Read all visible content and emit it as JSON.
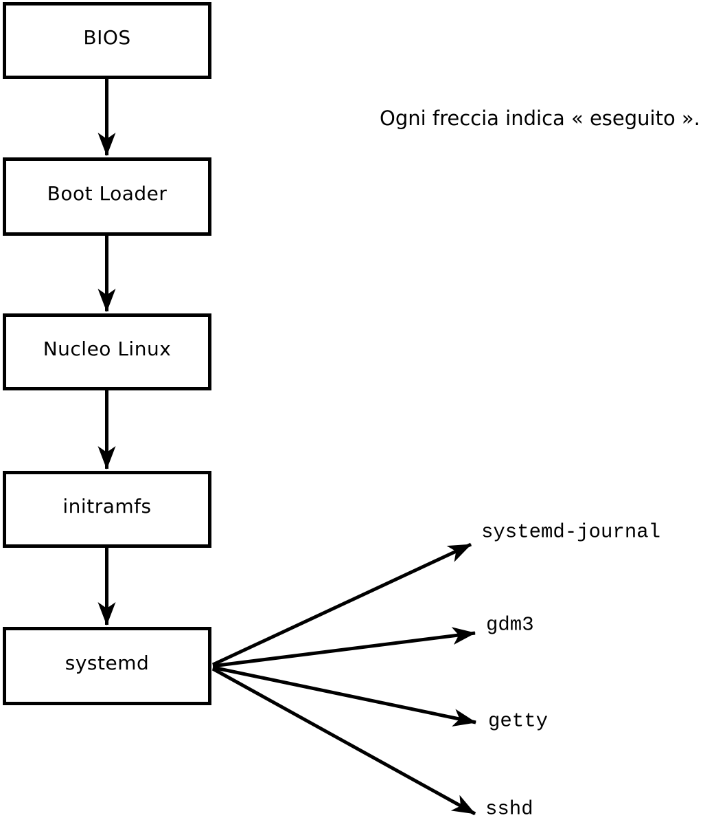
{
  "diagram": {
    "caption": "Ogni freccia indica « eseguito ».",
    "boxes": [
      {
        "id": "bios",
        "label": "BIOS"
      },
      {
        "id": "boot-loader",
        "label": "Boot Loader"
      },
      {
        "id": "kernel",
        "label": "Nucleo Linux"
      },
      {
        "id": "initramfs",
        "label": "initramfs"
      },
      {
        "id": "systemd",
        "label": "systemd"
      }
    ],
    "spawned_services": [
      {
        "id": "systemd-journal",
        "label": "systemd-journal"
      },
      {
        "id": "gdm3",
        "label": "gdm3"
      },
      {
        "id": "getty",
        "label": "getty"
      },
      {
        "id": "sshd",
        "label": "sshd"
      }
    ],
    "arrows": [
      {
        "from": "bios",
        "to": "boot-loader"
      },
      {
        "from": "boot-loader",
        "to": "kernel"
      },
      {
        "from": "kernel",
        "to": "initramfs"
      },
      {
        "from": "initramfs",
        "to": "systemd"
      },
      {
        "from": "systemd",
        "to": "systemd-journal"
      },
      {
        "from": "systemd",
        "to": "gdm3"
      },
      {
        "from": "systemd",
        "to": "getty"
      },
      {
        "from": "systemd",
        "to": "sshd"
      }
    ],
    "colors": {
      "background": "#ffffff",
      "box_border": "#000000",
      "arrow": "#000000",
      "text": "#000000"
    }
  }
}
